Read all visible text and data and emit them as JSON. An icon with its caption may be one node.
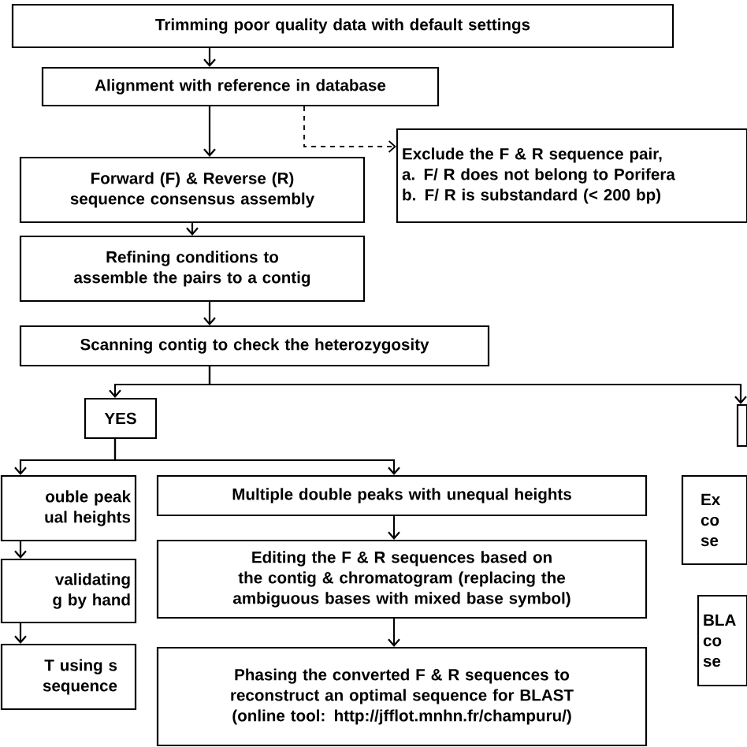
{
  "diagram": {
    "nodes": [
      {
        "text": [
          "Trimming poor quality data with default settings"
        ]
      },
      {
        "text": [
          "Alignment with reference in database"
        ]
      },
      {
        "text": [
          "Exclude the F & R sequence pair,",
          "a. F/ R does not belong to Porifera",
          "b. F/ R is substandard (< 200 bp)"
        ]
      },
      {
        "text": [
          "Forward (F) & Reverse (R) sequence consensus assembly"
        ]
      },
      {
        "text": [
          "Refining conditions to assemble the pairs to a contig"
        ]
      },
      {
        "text": [
          "Scanning contig to check the heterozygosity"
        ]
      },
      {
        "text": [
          "YES"
        ]
      },
      {
        "text": [],
        "shape": "box"
      },
      {
        "text": [
          "ouble peak ual heights"
        ]
      },
      {
        "text": [
          "validating g by hand"
        ]
      },
      {
        "text": [
          "T using s sequence"
        ]
      },
      {
        "text": [
          "Multiple double peaks with unequal heights"
        ]
      },
      {
        "text": [
          "Editing the F & R sequences based on the contig & chromatogram (replacing the ambiguous bases with mixed base symbol)"
        ]
      },
      {
        "text": [
          "Phasing the converted F & R sequences to reconstruct an optimal sequence for BLAST (online tool: http://jfflot.mnhn.fr/champuru/)"
        ]
      },
      {
        "text": [
          "Ex co se"
        ]
      },
      {
        "text": [
          "BLA co se"
        ]
      }
    ],
    "edges": [
      {
        "from": 0,
        "to": 1,
        "arrow": "to"
      },
      {
        "from": 1,
        "to": 3,
        "arrow": "to"
      },
      {
        "from": 1,
        "to": 2,
        "arrow": "to",
        "style": "dashed"
      },
      {
        "from": 3,
        "to": 4,
        "arrow": "to"
      },
      {
        "from": 4,
        "to": 5,
        "arrow": "to"
      },
      {
        "from": 5,
        "to": 6,
        "arrow": "to"
      },
      {
        "from": 5,
        "to": 7,
        "arrow": "to"
      },
      {
        "from": 6,
        "to": 8,
        "arrow": "to"
      },
      {
        "from": 6,
        "to": 11,
        "arrow": "to"
      },
      {
        "from": 8,
        "to": 9,
        "arrow": "to"
      },
      {
        "from": 9,
        "to": 10,
        "arrow": "to"
      },
      {
        "from": 11,
        "to": 12,
        "arrow": "to"
      },
      {
        "from": 12,
        "to": 13,
        "arrow": "to"
      }
    ]
  }
}
